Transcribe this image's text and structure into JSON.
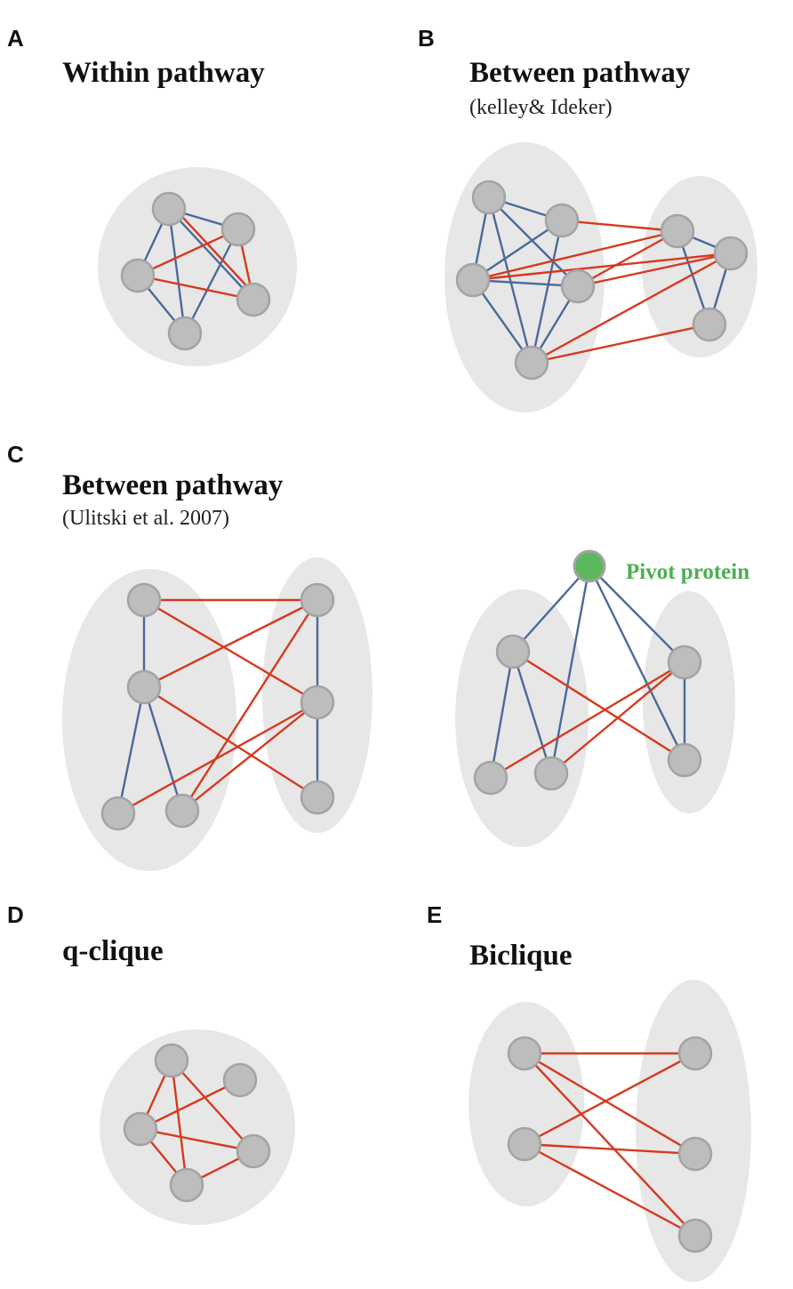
{
  "colors": {
    "region": "#e7e7e7",
    "node": "#bdbdbd",
    "node_stroke": "#a3a3a3",
    "within_edge": "#4a6a9a",
    "between_edge": "#d6391f",
    "pivot": "#5cb85c",
    "pivot_label": "#4caf50"
  },
  "panels": {
    "A": {
      "letter": "A",
      "title": "Within pathway"
    },
    "B": {
      "letter": "B",
      "title": "Between pathway",
      "subtitle": "(kelley& Ideker)"
    },
    "C": {
      "letter": "C",
      "title": "Between pathway",
      "subtitle": "(Ulitski et al. 2007)",
      "pivot_label": "Pivot protein"
    },
    "D": {
      "letter": "D",
      "title": "q-clique"
    },
    "E": {
      "letter": "E",
      "title": "Biclique"
    }
  }
}
